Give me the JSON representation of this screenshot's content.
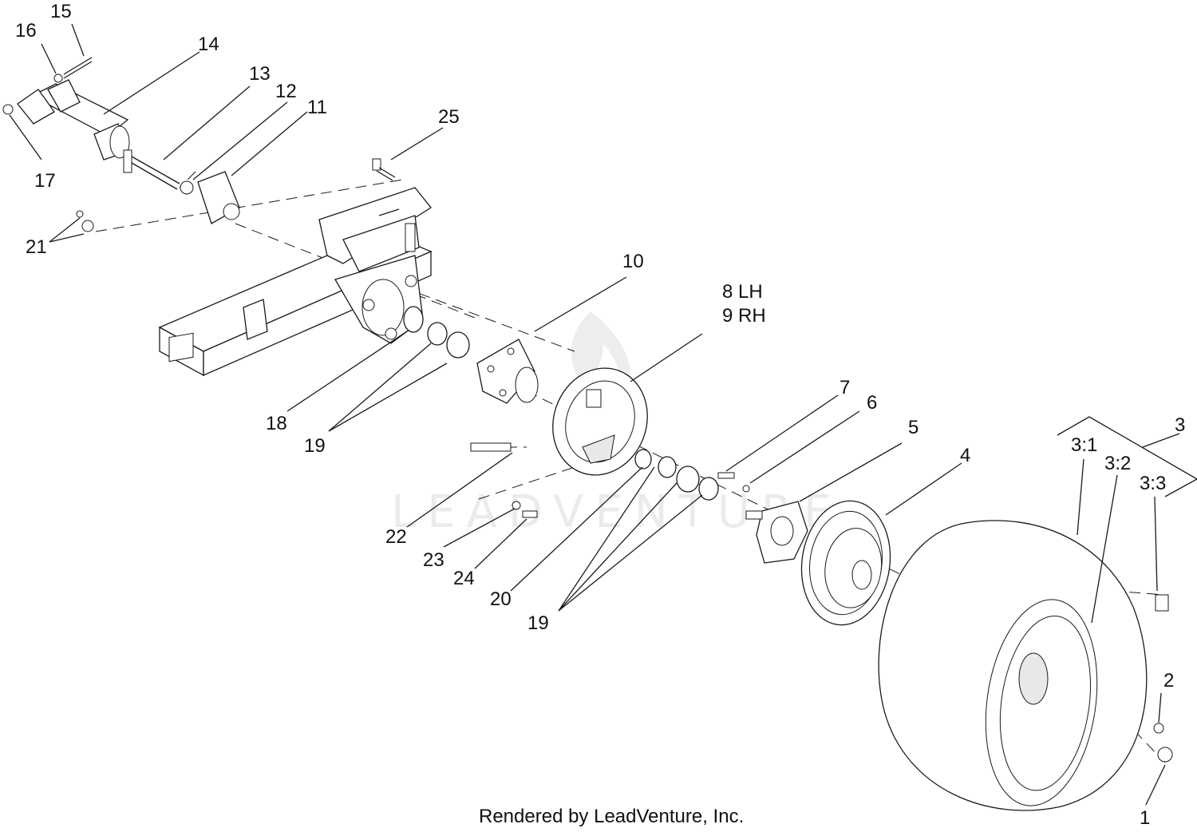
{
  "callouts": {
    "c1": "1",
    "c2": "2",
    "c3": "3",
    "c3_1": "3:1",
    "c3_2": "3:2",
    "c3_3": "3:3",
    "c4": "4",
    "c5": "5",
    "c6": "6",
    "c7": "7",
    "c8": "8 LH",
    "c9": "9 RH",
    "c10": "10",
    "c11": "11",
    "c12": "12",
    "c13": "13",
    "c14": "14",
    "c15": "15",
    "c16": "16",
    "c17": "17",
    "c18": "18",
    "c19a": "19",
    "c19b": "19",
    "c20": "20",
    "c21": "21",
    "c22": "22",
    "c23": "23",
    "c24": "24",
    "c25": "25"
  },
  "watermark": "LEADVENTURE",
  "footer": "Rendered by LeadVenture, Inc.",
  "colors": {
    "ink": "#1a1a1a",
    "watermark": "#dcdcdc",
    "background": "#ffffff"
  }
}
